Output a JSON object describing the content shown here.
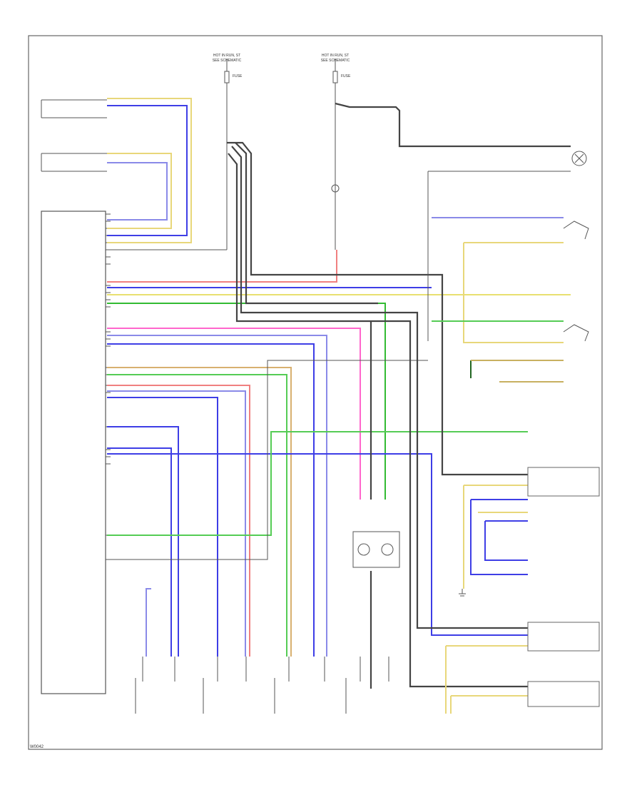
{
  "wire_colors": {
    "yellow": "#e8d77a",
    "blue": "#3e3ee6",
    "purple": "#8a8ae8",
    "red": "#f08080",
    "pink": "#ff66cc",
    "green": "#33bb33",
    "light_green": "#55cc55",
    "dark_green": "#226622",
    "black": "#444444",
    "gray": "#999999",
    "tan": "#d8b070"
  },
  "labels": {
    "footer": "W0042",
    "fuse_left": "FUSE",
    "fuse_right": "FUSE"
  },
  "icons": {
    "lamp": "indicator-lamp-icon",
    "switch": "seat-belt-switch-icon",
    "ground": "ground-icon"
  }
}
